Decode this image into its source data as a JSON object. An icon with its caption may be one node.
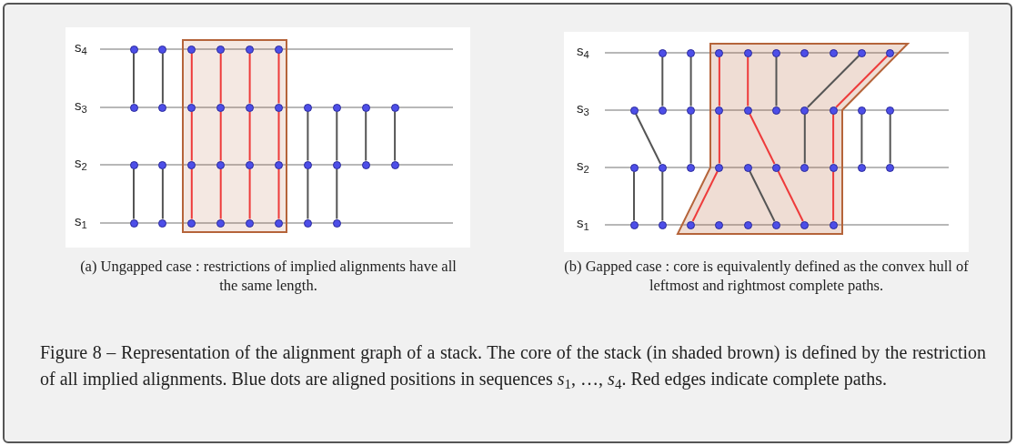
{
  "diagram": {
    "caption": "Figure 8 – Representation of the alignment graph of a stack. The core of the stack (in shaded brown) is defined by the restriction of all implied alignments. Blue dots are aligned positions in sequences *s*$_{1}$, …, *s*$_{4}$. Red edges indicate complete paths.",
    "nodes": [
      {
        "text": [],
        "shape": "circle"
      },
      {
        "text": [],
        "shape": "circle"
      },
      {
        "text": [],
        "shape": "circle"
      },
      {
        "text": [],
        "shape": "circle"
      },
      {
        "text": [],
        "shape": "circle"
      },
      {
        "text": [],
        "shape": "circle"
      },
      {
        "text": [],
        "shape": "circle"
      },
      {
        "text": [],
        "shape": "circle"
      },
      {
        "text": [],
        "shape": "circle"
      },
      {
        "text": [],
        "shape": "circle"
      },
      {
        "text": [],
        "shape": "circle"
      },
      {
        "text": [],
        "shape": "circle"
      },
      {
        "text": [],
        "shape": "circle"
      },
      {
        "text": [],
        "shape": "circle"
      },
      {
        "text": [],
        "shape": "circle"
      },
      {
        "text": [],
        "shape": "circle"
      },
      {
        "text": [],
        "shape": "circle"
      },
      {
        "text": [],
        "shape": "circle"
      },
      {
        "text": [],
        "shape": "circle"
      },
      {
        "text": [],
        "shape": "circle"
      },
      {
        "text": [],
        "shape": "circle"
      },
      {
        "text": [],
        "shape": "circle"
      },
      {
        "text": [],
        "shape": "circle"
      },
      {
        "text": [],
        "shape": "circle"
      },
      {
        "text": [],
        "shape": "circle"
      },
      {
        "text": [],
        "shape": "circle"
      },
      {
        "text": [],
        "shape": "circle"
      },
      {
        "text": [],
        "shape": "circle"
      },
      {
        "text": [],
        "shape": "circle"
      },
      {
        "text": [],
        "shape": "circle"
      },
      {
        "text": [],
        "shape": "circle"
      },
      {
        "text": [],
        "shape": "circle"
      },
      {
        "text": [],
        "shape": "circle"
      },
      {
        "text": [],
        "shape": "circle"
      },
      {
        "text": [],
        "shape": "circle"
      },
      {
        "text": [],
        "shape": "circle"
      },
      {
        "text": [],
        "shape": "circle"
      },
      {
        "text": [],
        "shape": "circle"
      },
      {
        "text": [],
        "shape": "circle"
      },
      {
        "text": [],
        "shape": "circle"
      },
      {
        "text": [],
        "shape": "circle"
      },
      {
        "text": [],
        "shape": "circle"
      },
      {
        "text": [],
        "shape": "circle"
      },
      {
        "text": [],
        "shape": "circle"
      },
      {
        "text": [],
        "shape": "circle"
      },
      {
        "text": [],
        "shape": "circle"
      },
      {
        "text": [],
        "shape": "circle"
      },
      {
        "text": [],
        "shape": "circle"
      },
      {
        "text": [],
        "shape": "circle"
      },
      {
        "text": [],
        "shape": "circle"
      },
      {
        "text": [],
        "shape": "circle"
      },
      {
        "text": [],
        "shape": "circle"
      },
      {
        "text": [],
        "shape": "circle"
      },
      {
        "text": [],
        "shape": "circle"
      },
      {
        "text": [],
        "shape": "circle"
      },
      {
        "text": [],
        "shape": "circle"
      },
      {
        "text": [],
        "shape": "circle"
      },
      {
        "text": [],
        "shape": "circle"
      },
      {
        "text": [],
        "shape": "circle"
      },
      {
        "text": [],
        "shape": "circle"
      },
      {
        "text": [],
        "shape": "circle"
      },
      {
        "text": [],
        "shape": "circle"
      },
      {
        "text": [],
        "shape": "circle"
      },
      {
        "text": [],
        "shape": "circle"
      },
      {
        "text": [],
        "shape": "circle"
      },
      {
        "text": [],
        "shape": "circle"
      },
      {
        "text": [],
        "shape": "circle"
      },
      {
        "text": [],
        "shape": "circle"
      },
      {
        "text": [],
        "shape": "circle"
      },
      {
        "text": [],
        "shape": "circle"
      },
      {
        "text": [],
        "shape": "circle"
      }
    ],
    "edges": [
      {
        "from": 0,
        "to": 6,
        "arrow": "none"
      },
      {
        "from": 1,
        "to": 7,
        "arrow": "none"
      },
      {
        "from": 2,
        "to": 8,
        "arrow": "none",
        "color": "#ee3b3b"
      },
      {
        "from": 3,
        "to": 9,
        "arrow": "none",
        "color": "#ee3b3b"
      },
      {
        "from": 4,
        "to": 10,
        "arrow": "none",
        "color": "#ee3b3b"
      },
      {
        "from": 5,
        "to": 11,
        "arrow": "none",
        "color": "#ee3b3b"
      },
      {
        "from": 8,
        "to": 18,
        "arrow": "none",
        "color": "#ee3b3b"
      },
      {
        "from": 9,
        "to": 19,
        "arrow": "none",
        "color": "#ee3b3b"
      },
      {
        "from": 10,
        "to": 20,
        "arrow": "none",
        "color": "#ee3b3b"
      },
      {
        "from": 11,
        "to": 21,
        "arrow": "none",
        "color": "#ee3b3b"
      },
      {
        "from": 12,
        "to": 22,
        "arrow": "none"
      },
      {
        "from": 13,
        "to": 23,
        "arrow": "none"
      },
      {
        "from": 14,
        "to": 24,
        "arrow": "none"
      },
      {
        "from": 15,
        "to": 25,
        "arrow": "none"
      },
      {
        "from": 16,
        "to": 26,
        "arrow": "none"
      },
      {
        "from": 17,
        "to": 27,
        "arrow": "none"
      },
      {
        "from": 18,
        "to": 28,
        "arrow": "none",
        "color": "#ee3b3b"
      },
      {
        "from": 19,
        "to": 29,
        "arrow": "none",
        "color": "#ee3b3b"
      },
      {
        "from": 20,
        "to": 30,
        "arrow": "none",
        "color": "#ee3b3b"
      },
      {
        "from": 21,
        "to": 31,
        "arrow": "none",
        "color": "#ee3b3b"
      },
      {
        "from": 22,
        "to": 32,
        "arrow": "none"
      },
      {
        "from": 23,
        "to": 33,
        "arrow": "none"
      },
      {
        "from": 34,
        "to": 44,
        "arrow": "none"
      },
      {
        "from": 35,
        "to": 45,
        "arrow": "none"
      },
      {
        "from": 36,
        "to": 46,
        "arrow": "none",
        "color": "#ee3b3b"
      },
      {
        "from": 37,
        "to": 47,
        "arrow": "none",
        "color": "#ee3b3b"
      },
      {
        "from": 38,
        "to": 48,
        "arrow": "none"
      },
      {
        "from": 41,
        "to": 49,
        "arrow": "none"
      },
      {
        "from": 42,
        "to": 50,
        "arrow": "none",
        "color": "#ee3b3b"
      },
      {
        "from": 43,
        "to": 54,
        "arrow": "none"
      },
      {
        "from": 45,
        "to": 55,
        "arrow": "none"
      },
      {
        "from": 46,
        "to": 56,
        "arrow": "none",
        "color": "#ee3b3b"
      },
      {
        "from": 47,
        "to": 58,
        "arrow": "none",
        "color": "#ee3b3b"
      },
      {
        "from": 49,
        "to": 59,
        "arrow": "none"
      },
      {
        "from": 50,
        "to": 60,
        "arrow": "none",
        "color": "#ee3b3b"
      },
      {
        "from": 51,
        "to": 61,
        "arrow": "none"
      },
      {
        "from": 52,
        "to": 62,
        "arrow": "none"
      },
      {
        "from": 53,
        "to": 63,
        "arrow": "none"
      },
      {
        "from": 54,
        "to": 64,
        "arrow": "none"
      },
      {
        "from": 56,
        "to": 65,
        "arrow": "none",
        "color": "#ee3b3b"
      },
      {
        "from": 57,
        "to": 68,
        "arrow": "none"
      },
      {
        "from": 58,
        "to": 69,
        "arrow": "none",
        "color": "#ee3b3b"
      },
      {
        "from": 60,
        "to": 70,
        "arrow": "none",
        "color": "#ee3b3b"
      }
    ],
    "labels": [
      "s$_{4}$",
      "s$_{3}$",
      "s$_{2}$",
      "s$_{1}$",
      "s$_{4}$",
      "s$_{3}$",
      "s$_{2}$",
      "s$_{1}$",
      "(a) Ungapped case : restrictions of implied alignments have all the same length.",
      "(b) Gapped case : core is equivalently defined as the convex hull of leftmost and rightmost complete paths."
    ]
  }
}
